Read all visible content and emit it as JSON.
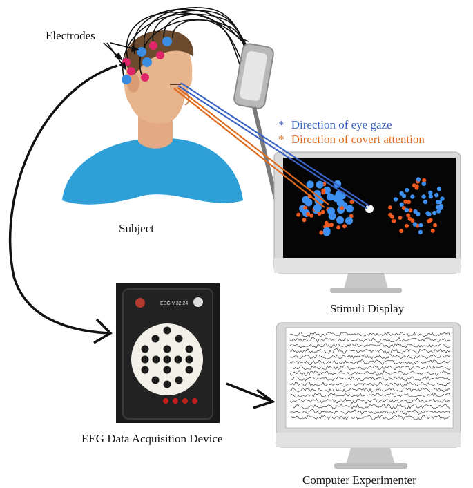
{
  "labels": {
    "electrodes": "Electrodes",
    "subject": "Subject",
    "stimuli_display": "Stimuli Display",
    "eeg_device": "EEG Data Acquisition Device",
    "computer": "Computer Experimenter"
  },
  "legend": {
    "gaze_marker": "*",
    "gaze": "Direction of eye gaze",
    "attention_marker": "*",
    "attention": "Direction of covert attention"
  },
  "device": {
    "title": "EEG V.32.24"
  },
  "colors": {
    "gaze": "#3a63c4",
    "attention": "#e06a1c",
    "shirt": "#2f9fd8",
    "skin": "#e8b48c",
    "hair": "#6b4a2e",
    "electrode_blue": "#3a8de0",
    "electrode_pink": "#e0246a",
    "dot_blue": "#3d8ff0",
    "dot_orange": "#ef5a1e"
  }
}
